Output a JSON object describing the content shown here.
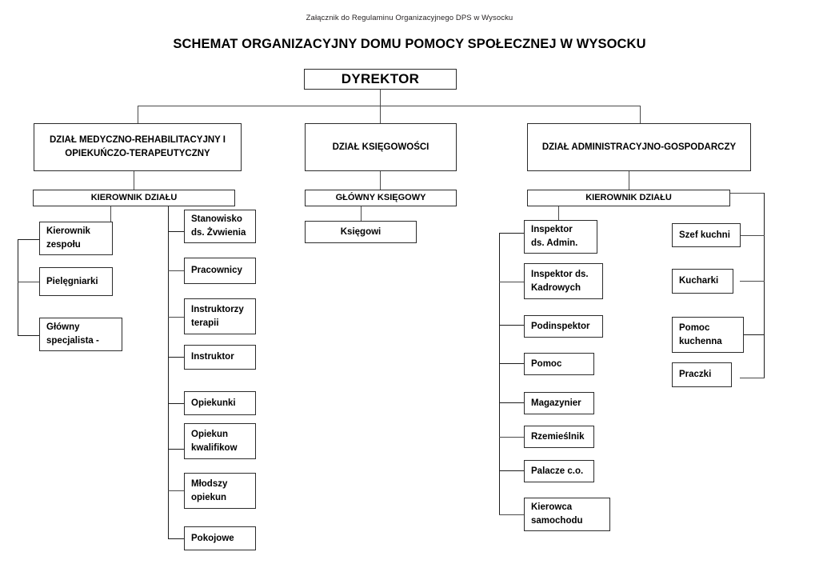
{
  "document": {
    "header_note": "Załącznik do Regulaminu Organizacyjnego DPS w Wysocku",
    "title": "SCHEMAT ORGANIZACYJNY DOMU POMOCY SPOŁECZNEJ W WYSOCKU"
  },
  "chart_data": {
    "type": "diagram",
    "chart_kind": "organizational-chart",
    "title": "SCHEMAT ORGANIZACYJNY DOMU POMOCY SPOŁECZNEJ W WYSOCKU",
    "orientation": "top-down",
    "root": "DYREKTOR",
    "nodes": {
      "root": {
        "label": "DYREKTOR",
        "level": 0
      },
      "dept_medical": {
        "label": "DZIAŁ MEDYCZNO-REHABILITACYJNY I\nOPIEKUŃCZO-TERAPEUTYCZNY",
        "level": 1
      },
      "dept_accounting": {
        "label": "DZIAŁ KSIĘGOWOŚCI",
        "level": 1
      },
      "dept_admin": {
        "label": "DZIAŁ ADMINISTRACYJNO-GOSPODARCZY",
        "level": 1
      },
      "mgr_medical": {
        "label": "KIEROWNIK DZIAŁU",
        "level": 2
      },
      "mgr_accounting": {
        "label": "GŁÓWNY KSIĘGOWY",
        "level": 2
      },
      "mgr_admin": {
        "label": "KIEROWNIK DZIAŁU",
        "level": 2
      }
    },
    "branches": [
      {
        "id": "medical",
        "department": "DZIAŁ MEDYCZNO-REHABILITACYJNY I\nOPIEKUŃCZO-TERAPEUTYCZNY",
        "manager": "KIEROWNIK DZIAŁU",
        "columns": [
          {
            "id": "medical-left",
            "connector_side": "left",
            "items": [
              {
                "label": "Kierownik\nzespołu"
              },
              {
                "label": "Pielęgniarki"
              },
              {
                "label": "Główny\nspecjalista -"
              }
            ]
          },
          {
            "id": "medical-right",
            "connector_side": "left",
            "items": [
              {
                "label": "Stanowisko\nds. Żvwienia"
              },
              {
                "label": "Pracownicy"
              },
              {
                "label": "Instruktorzy\nterapii"
              },
              {
                "label": "Instruktor"
              },
              {
                "label": "Opiekunki"
              },
              {
                "label": "Opiekun\nkwalifikow"
              },
              {
                "label": "Młodszy\nopiekun"
              },
              {
                "label": "Pokojowe"
              }
            ]
          }
        ]
      },
      {
        "id": "accounting",
        "department": "DZIAŁ KSIĘGOWOŚCI",
        "manager": "GŁÓWNY KSIĘGOWY",
        "columns": [
          {
            "id": "accounting-main",
            "connector_side": "top",
            "items": [
              {
                "label": "Księgowi"
              }
            ]
          }
        ]
      },
      {
        "id": "admin",
        "department": "DZIAŁ ADMINISTRACYJNO-GOSPODARCZY",
        "manager": "KIEROWNIK DZIAŁU",
        "columns": [
          {
            "id": "admin-left",
            "connector_side": "left",
            "items": [
              {
                "label": "Inspektor\nds. Admin."
              },
              {
                "label": "Inspektor ds.\nKadrowych"
              },
              {
                "label": "Podinspektor"
              },
              {
                "label": "Pomoc"
              },
              {
                "label": "Magazynier"
              },
              {
                "label": "Rzemieślnik"
              },
              {
                "label": "Palacze c.o."
              },
              {
                "label": "Kierowca\nsamochodu"
              }
            ]
          },
          {
            "id": "admin-kitchen",
            "connector_side": "right",
            "items": [
              {
                "label": "Szef kuchni"
              },
              {
                "label": "Kucharki"
              },
              {
                "label": "Pomoc\nkuchenna"
              },
              {
                "label": "Praczki"
              }
            ]
          }
        ]
      }
    ],
    "style": {
      "box_border_color": "#2b2b2b",
      "line_color": "#4a4a4a",
      "background": "#ffffff",
      "text_color": "#000000"
    }
  }
}
